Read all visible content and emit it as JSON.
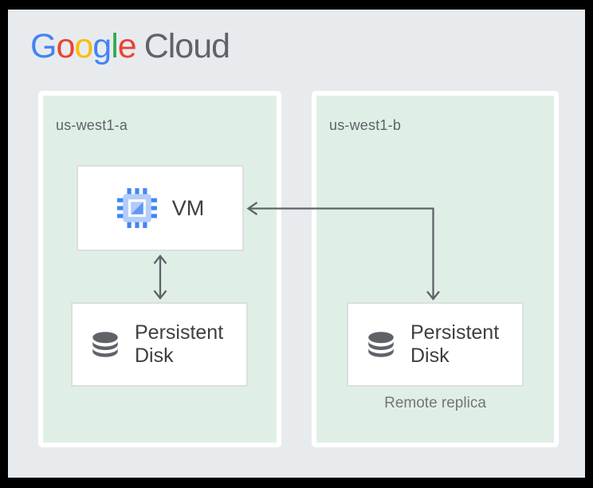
{
  "logo": {
    "letters": [
      {
        "ch": "G",
        "color": "#4285F4"
      },
      {
        "ch": "o",
        "color": "#EA4335"
      },
      {
        "ch": "o",
        "color": "#FBBC05"
      },
      {
        "ch": "g",
        "color": "#4285F4"
      },
      {
        "ch": "l",
        "color": "#34A853"
      },
      {
        "ch": "e",
        "color": "#EA4335"
      }
    ],
    "suffix": "Cloud",
    "suffix_color": "#5f6368"
  },
  "zones": [
    {
      "label": "us-west1-a"
    },
    {
      "label": "us-west1-b",
      "note": "Remote replica"
    }
  ],
  "nodes": {
    "vm": {
      "label": "VM",
      "icon": "compute-engine-chip-icon"
    },
    "disk_a": {
      "label": "Persistent Disk",
      "icon": "database-icon"
    },
    "disk_b": {
      "label": "Persistent Disk",
      "icon": "database-icon"
    }
  },
  "connectors": [
    {
      "name": "vm-disk-sync-arrow",
      "type": "vertical-double-headed",
      "from": "vm",
      "to": "disk_a"
    },
    {
      "name": "replica-arrow",
      "type": "elbow-double-headed",
      "from": "disk_b",
      "to": "vm"
    }
  ],
  "colors": {
    "frame": "#000000",
    "background": "#e8ebee",
    "zone_fill": "#e0efe6",
    "zone_border": "#ffffff",
    "node_fill": "#ffffff",
    "node_border": "#dcdedf",
    "arrow": "#5f6368",
    "text_primary": "#3c4043",
    "text_secondary": "#5f6368",
    "note_text": "#757575",
    "chip_blue": "#4285F4",
    "chip_light_blue": "#aecbfa",
    "chip_mid_blue": "#5e97f6",
    "disk_icon_gray": "#5f6368"
  }
}
